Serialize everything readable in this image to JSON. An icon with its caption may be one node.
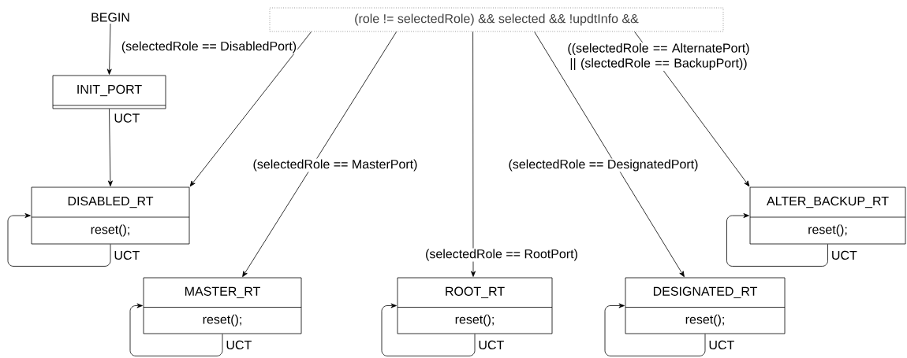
{
  "diagram": {
    "nodes": [
      {
        "text": [
          "BEGIN"
        ]
      },
      {
        "text": [
          "INIT_PORT"
        ]
      },
      {
        "text": [
          "(role != selectedRole) && selected && !updtInfo &&"
        ]
      },
      {
        "text": [
          "DISABLED_RT",
          "reset();"
        ]
      },
      {
        "text": [
          "MASTER_RT",
          "reset();"
        ]
      },
      {
        "text": [
          "ROOT_RT",
          "reset();"
        ]
      },
      {
        "text": [
          "DESIGNATED_RT",
          "reset();"
        ]
      },
      {
        "text": [
          "ALTER_BACKUP_RT",
          "reset();"
        ]
      }
    ],
    "edges": [
      {
        "from": 0,
        "to": 1,
        "arrow": "to"
      },
      {
        "from": 1,
        "to": 3,
        "arrow": "to",
        "label": "UCT"
      },
      {
        "from": 2,
        "to": 3,
        "arrow": "to",
        "label": "(selectedRole == DisabledPort)"
      },
      {
        "from": 2,
        "to": 4,
        "arrow": "to",
        "label": "(selectedRole == MasterPort)"
      },
      {
        "from": 2,
        "to": 5,
        "arrow": "to",
        "label": "(selectedRole == RootPort)"
      },
      {
        "from": 2,
        "to": 6,
        "arrow": "to",
        "label": "(selectedRole == DesignatedPort)"
      },
      {
        "from": 2,
        "to": 7,
        "arrow": "to",
        "label": "((selectedRole == AlternatePort) || (slectedRole == BackupPort))"
      },
      {
        "from": 3,
        "to": 3,
        "arrow": "to",
        "label": "UCT"
      },
      {
        "from": 4,
        "to": 4,
        "arrow": "to",
        "label": "UCT"
      },
      {
        "from": 5,
        "to": 5,
        "arrow": "to",
        "label": "UCT"
      },
      {
        "from": 6,
        "to": 6,
        "arrow": "to",
        "label": "UCT"
      },
      {
        "from": 7,
        "to": 7,
        "arrow": "to",
        "label": "UCT"
      }
    ]
  }
}
